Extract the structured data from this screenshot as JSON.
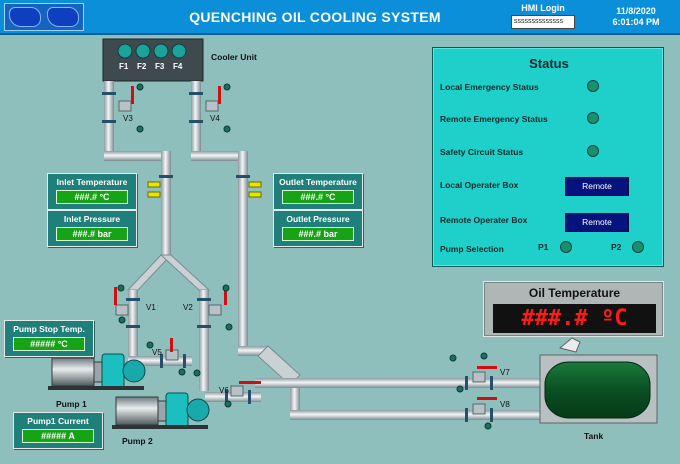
{
  "header": {
    "title": "QUENCHING OIL COOLING SYSTEM",
    "hmi_login_label": "HMI Login",
    "hmi_login_value": "ssssssssssssss",
    "date": "11/8/2020",
    "time": "6:01:04 PM"
  },
  "cooler": {
    "label": "Cooler Unit",
    "fans": [
      "F1",
      "F2",
      "F3",
      "F4"
    ]
  },
  "valves": {
    "v1": "V1",
    "v2": "V2",
    "v3": "V3",
    "v4": "V4",
    "v5": "V5",
    "v6": "V6",
    "v7": "V7",
    "v8": "V8"
  },
  "readouts": {
    "inlet_temp": {
      "label": "Inlet Temperature",
      "value": "###.# °C"
    },
    "inlet_pressure": {
      "label": "Inlet  Pressure",
      "value": "###.# bar"
    },
    "outlet_temp": {
      "label": "Outlet Temperature",
      "value": "###.# °C"
    },
    "outlet_pressure": {
      "label": "Outlet Pressure",
      "value": "###.# bar"
    },
    "pump_stop_temp": {
      "label": "Pump Stop Temp.",
      "value": "##### °C"
    },
    "pump1_current": {
      "label": "Pump1 Current",
      "value": "##### A"
    }
  },
  "pumps": {
    "pump1": "Pump 1",
    "pump2": "Pump 2"
  },
  "tank": {
    "label": "Tank"
  },
  "status": {
    "title": "Status",
    "local_emergency": "Local Emergency Status",
    "remote_emergency": "Remote Emergency Status",
    "safety_circuit": "Safety Circuit Status",
    "local_operator_box": "Local Operater Box",
    "remote_operator_box": "Remote Operater Box",
    "local_button": "Remote",
    "remote_button": "Remote",
    "pump_selection": "Pump Selection",
    "p1": "P1",
    "p2": "P2"
  },
  "oil_temperature": {
    "title": "Oil Temperature",
    "value": "###.# ºC"
  },
  "colors": {
    "background": "#8fbfbd",
    "header": "#0a8fd8",
    "status_panel": "#1fcfca",
    "button": "#06137c",
    "value_green": "#16a316",
    "oil_value_red": "#ff1a1a",
    "valve_handle": "#d01010",
    "pump_cyan": "#1bbfc0",
    "tank_green": "#0e5e2a"
  }
}
